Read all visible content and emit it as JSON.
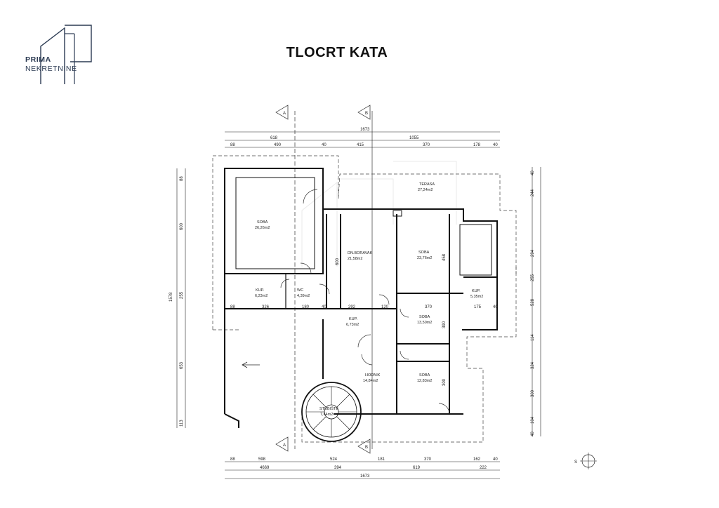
{
  "brand": {
    "line1": "PRIMA",
    "line2": "NEKRETNINE"
  },
  "title": "TLOCRT KATA",
  "section_markers": {
    "a": "A",
    "b": "B"
  },
  "rooms": {
    "soba1": {
      "name": "SOBA",
      "area": "26,26m2"
    },
    "terasa": {
      "name": "TERASA",
      "area": "27,24m2"
    },
    "dnevni": {
      "name": "DN.BORAVAK",
      "area": "21,58m2"
    },
    "soba2": {
      "name": "SOBA",
      "area": "23,76m2"
    },
    "kup1": {
      "name": "KUP.",
      "area": "6,23m2"
    },
    "wc": {
      "name": "WC",
      "area": "4,39m2"
    },
    "kup2": {
      "name": "KUP.",
      "area": "6,73m2"
    },
    "soba3": {
      "name": "SOBA",
      "area": "13,50m2"
    },
    "kup3": {
      "name": "KUP.",
      "area": "5,35m2"
    },
    "hodnik": {
      "name": "HODNIK",
      "area": "14,84m2"
    },
    "soba4": {
      "name": "SOBA",
      "area": "12,83m2"
    },
    "stubiste": {
      "name": "STUBIŠTE",
      "area": "7,64m2"
    }
  },
  "dimensions": {
    "top_total": "1673",
    "top_mid": [
      "618",
      "1055"
    ],
    "top_detail": [
      "88",
      "490",
      "40",
      "415",
      "370",
      "178",
      "40"
    ],
    "bottom_total": "1673",
    "bottom_mid": [
      "4669",
      "394",
      "619",
      "222"
    ],
    "bottom_detail": [
      "88",
      "598",
      "524",
      "181",
      "370",
      "162",
      "40"
    ],
    "left_total": "1578",
    "left_detail": [
      "88",
      "600",
      "255",
      "653",
      "113"
    ],
    "right_detail": [
      "40",
      "244",
      "294",
      "255",
      "528",
      "114",
      "324",
      "300",
      "104",
      "40"
    ],
    "inner_row": [
      "88",
      "326",
      "180",
      "40",
      "292",
      "120",
      "370",
      "175",
      "40"
    ],
    "inner_misc": [
      "600",
      "458",
      "390",
      "300"
    ]
  },
  "north_label": "S"
}
